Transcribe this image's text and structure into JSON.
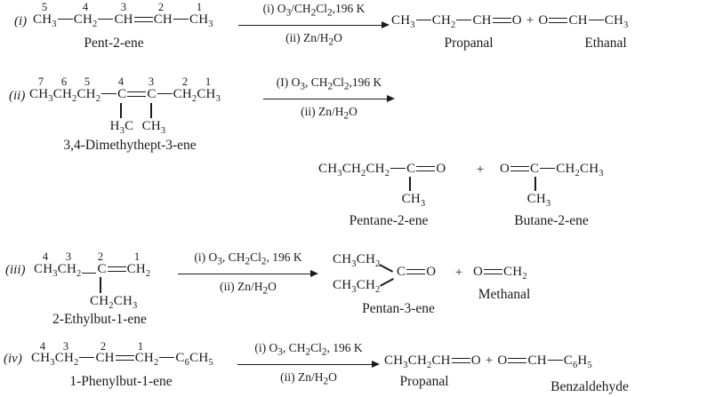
{
  "page": {
    "background": "#ffffff",
    "ink": "#1b1b1b"
  },
  "reactions": [
    {
      "id": "(i)",
      "reactant": {
        "numbers": [
          "5",
          "4",
          "3",
          "2",
          "1"
        ],
        "formula": "CH_3-CH_2-CH=CH-CH_3",
        "name": "Pent-2-ene"
      },
      "conditions": {
        "step1": "(i) O_3/CH_2Cl_2,196 K",
        "step2": "(ii) Zn/H_2O"
      },
      "plus": "+",
      "products": [
        {
          "formula": "CH_3-CH_2-CH=O",
          "name": "Propanal"
        },
        {
          "formula": "O=CH-CH_3",
          "name": "Ethanal"
        }
      ]
    },
    {
      "id": "(ii)",
      "reactant": {
        "numbers": [
          "7",
          "6",
          "5",
          "4",
          "3",
          "2",
          "1"
        ],
        "formula": "CH_3CH_2CH_2-C=C-CH_2CH_3",
        "substituents": [
          "H_3C",
          "CH_3"
        ],
        "name": "3,4-Dimethythept-3-ene"
      },
      "conditions": {
        "step1": "(I) O_3, CH_2Cl_2,196 K",
        "step2": "(ii) Zn/H_2O"
      },
      "plus": "+",
      "products": [
        {
          "formula": "CH_3CH_2CH_2-C=O",
          "substituent": "CH_3",
          "name": "Pentane-2-ene"
        },
        {
          "formula": "O=C-CH_2CH_3",
          "substituent": "CH_3",
          "name": "Butane-2-ene"
        }
      ]
    },
    {
      "id": "(iii)",
      "reactant": {
        "numbers": [
          "4",
          "3",
          "2",
          "1"
        ],
        "formula": "CH_3CH_2~C=CH_2",
        "substituent": "CH_2CH_3",
        "name": "2-Ethylbut-1-ene"
      },
      "conditions": {
        "step1": "(i) O_3, CH_2Cl_2, 196 K",
        "step2": "(ii) Zn/H_2O"
      },
      "plus": "+",
      "products": [
        {
          "branch_top": "CH_3CH_2",
          "branch_bottom": "CH_3CH_2",
          "formula": "C=O",
          "name": "Pentan-3-ene"
        },
        {
          "formula": "O=CH_2",
          "name": "Methanal"
        }
      ]
    },
    {
      "id": "(iv)",
      "reactant": {
        "numbers": [
          "4",
          "3",
          "2",
          "1"
        ],
        "formula": "CH_3CH_2-CH=CH_2-C_6CH_5",
        "name": "1-Phenylbut-1-ene"
      },
      "conditions": {
        "step1": "(i) O_3, CH_2Cl_2, 196 K",
        "step2": "(ii) Zn/H_2O"
      },
      "plus": "+",
      "products": [
        {
          "formula": "CH_3CH_2CH=O",
          "name": "Propanal"
        },
        {
          "formula": "O=CH-C_6H_5",
          "name": "Benzaldehyde"
        }
      ]
    }
  ]
}
